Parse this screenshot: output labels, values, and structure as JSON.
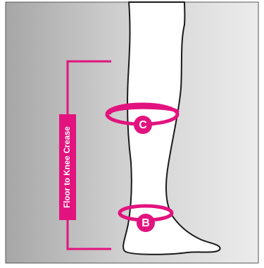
{
  "diagram": {
    "measurement_label": "Floor to Knee Crease",
    "markers": [
      {
        "id": "C",
        "label": "C"
      },
      {
        "id": "B",
        "label": "B"
      }
    ],
    "colors": {
      "accent": "#e2137e",
      "outline": "#1a1a1a",
      "background_light": "#e6e6e6",
      "background_dark": "#a9a9a9",
      "frame": "#555555"
    }
  }
}
